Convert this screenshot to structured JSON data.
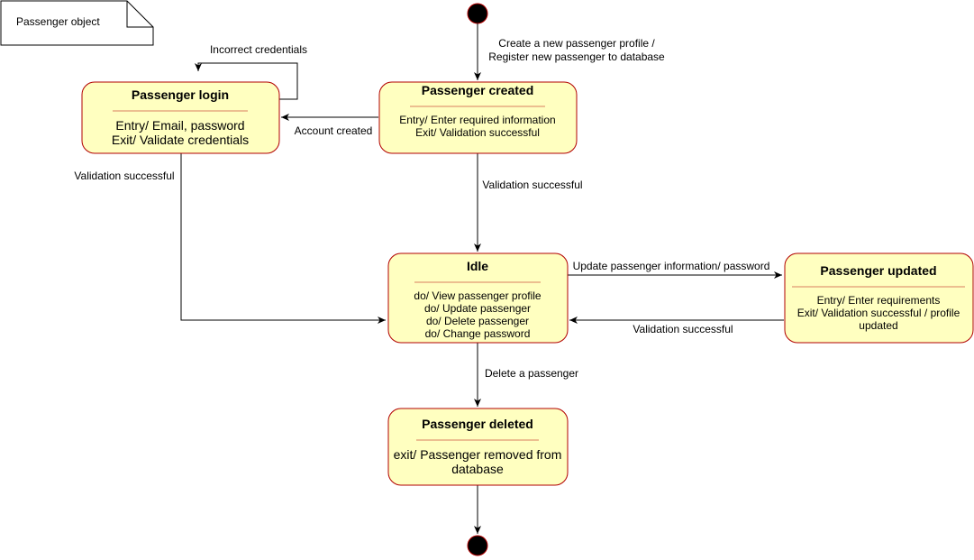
{
  "note": {
    "text": "Passenger object"
  },
  "colors": {
    "state_fill": "#ffffc0",
    "state_stroke": "#b20000",
    "edge": "#000000",
    "pseudo_fill": "#000000",
    "pseudo_stroke": "#b20000",
    "divider": "#b20000"
  },
  "states": {
    "passenger_login": {
      "title": "Passenger login",
      "lines": [
        "Entry/ Email, password",
        "Exit/ Validate credentials"
      ]
    },
    "passenger_created": {
      "title": "Passenger created",
      "lines": [
        "Entry/ Enter required information",
        "Exit/ Validation successful"
      ]
    },
    "idle": {
      "title": "Idle",
      "lines": [
        "do/ View passenger profile",
        "do/ Update passenger",
        "do/ Delete passenger",
        "do/ Change password"
      ]
    },
    "passenger_updated": {
      "title": "Passenger updated",
      "lines": [
        "Entry/ Enter requirements",
        "Exit/ Validation successful / profile",
        "updated"
      ]
    },
    "passenger_deleted": {
      "title": "Passenger deleted",
      "lines": [
        "exit/ Passenger removed from",
        "database"
      ]
    }
  },
  "transitions": {
    "create_profile": [
      "Create a new passenger profile /",
      "Register new passenger to database"
    ],
    "incorrect_credentials": "Incorrect credentials",
    "account_created": "Account created",
    "login_validation": "Validation successful",
    "created_validation": "Validation successful",
    "update_info": "Update passenger information/ password",
    "updated_validation": "Validation successful",
    "delete_passenger": "Delete a passenger"
  }
}
